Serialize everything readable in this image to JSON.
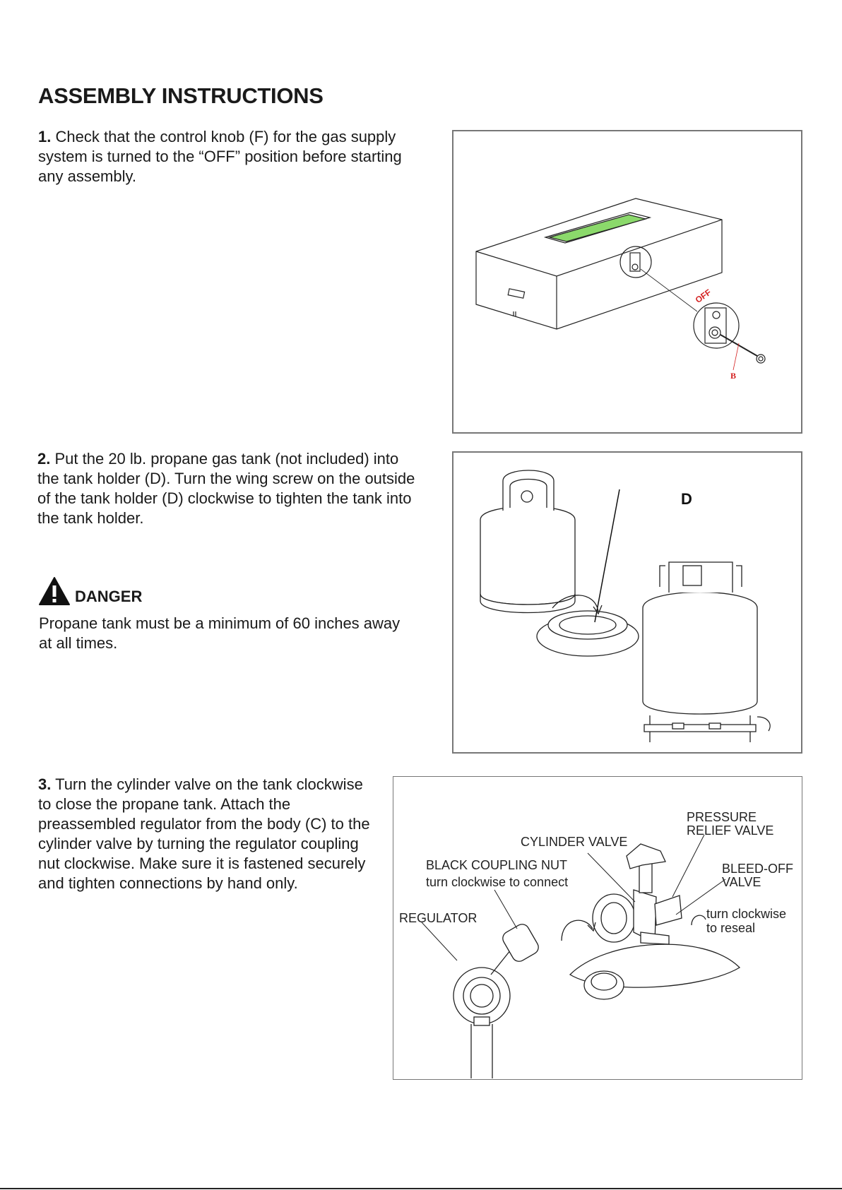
{
  "title": "ASSEMBLY INSTRUCTIONS",
  "steps": [
    {
      "num": "1.",
      "text": "Check that the control knob (F) for the gas supply system is turned to the “OFF” position before starting any assembly."
    },
    {
      "num": "2.",
      "text": "Put the 20 lb. propane gas tank (not included) into the tank holder (D). Turn the wing screw on the outside of the tank holder (D) clockwise to tighten the tank into the tank holder."
    },
    {
      "num": "3.",
      "text": "Turn the cylinder valve on the tank clockwise to close the propane tank. Attach the preassembled regulator from the body (C) to the cylinder valve by turning the regulator coupling nut clockwise. Make sure it is fastened securely and tighten connections by hand only."
    }
  ],
  "danger": {
    "label": "DANGER",
    "text": "Propane tank must be a minimum of 60 inches away at all times."
  },
  "figures": {
    "fig1": {
      "off_label": "OFF",
      "callout": "B"
    },
    "fig2": {
      "callout": "D"
    },
    "fig3": {
      "pressure_relief_1": "PRESSURE",
      "pressure_relief_2": "RELIEF VALVE",
      "cylinder_valve": "CYLINDER VALVE",
      "black_coupling_nut": "BLACK COUPLING NUT",
      "turn_connect": "turn clockwise to connect",
      "bleed_off_1": "BLEED-OFF",
      "bleed_off_2": "VALVE",
      "regulator": "REGULATOR",
      "turn_reseal_1": "turn clockwise",
      "turn_reseal_2": "to reseal"
    }
  },
  "icons": [
    "warning-triangle-icon"
  ],
  "colors": {
    "text": "#1a1a1a",
    "frame": "#777777",
    "burner_green": "#8bd96b",
    "callout_red": "#d42020"
  }
}
